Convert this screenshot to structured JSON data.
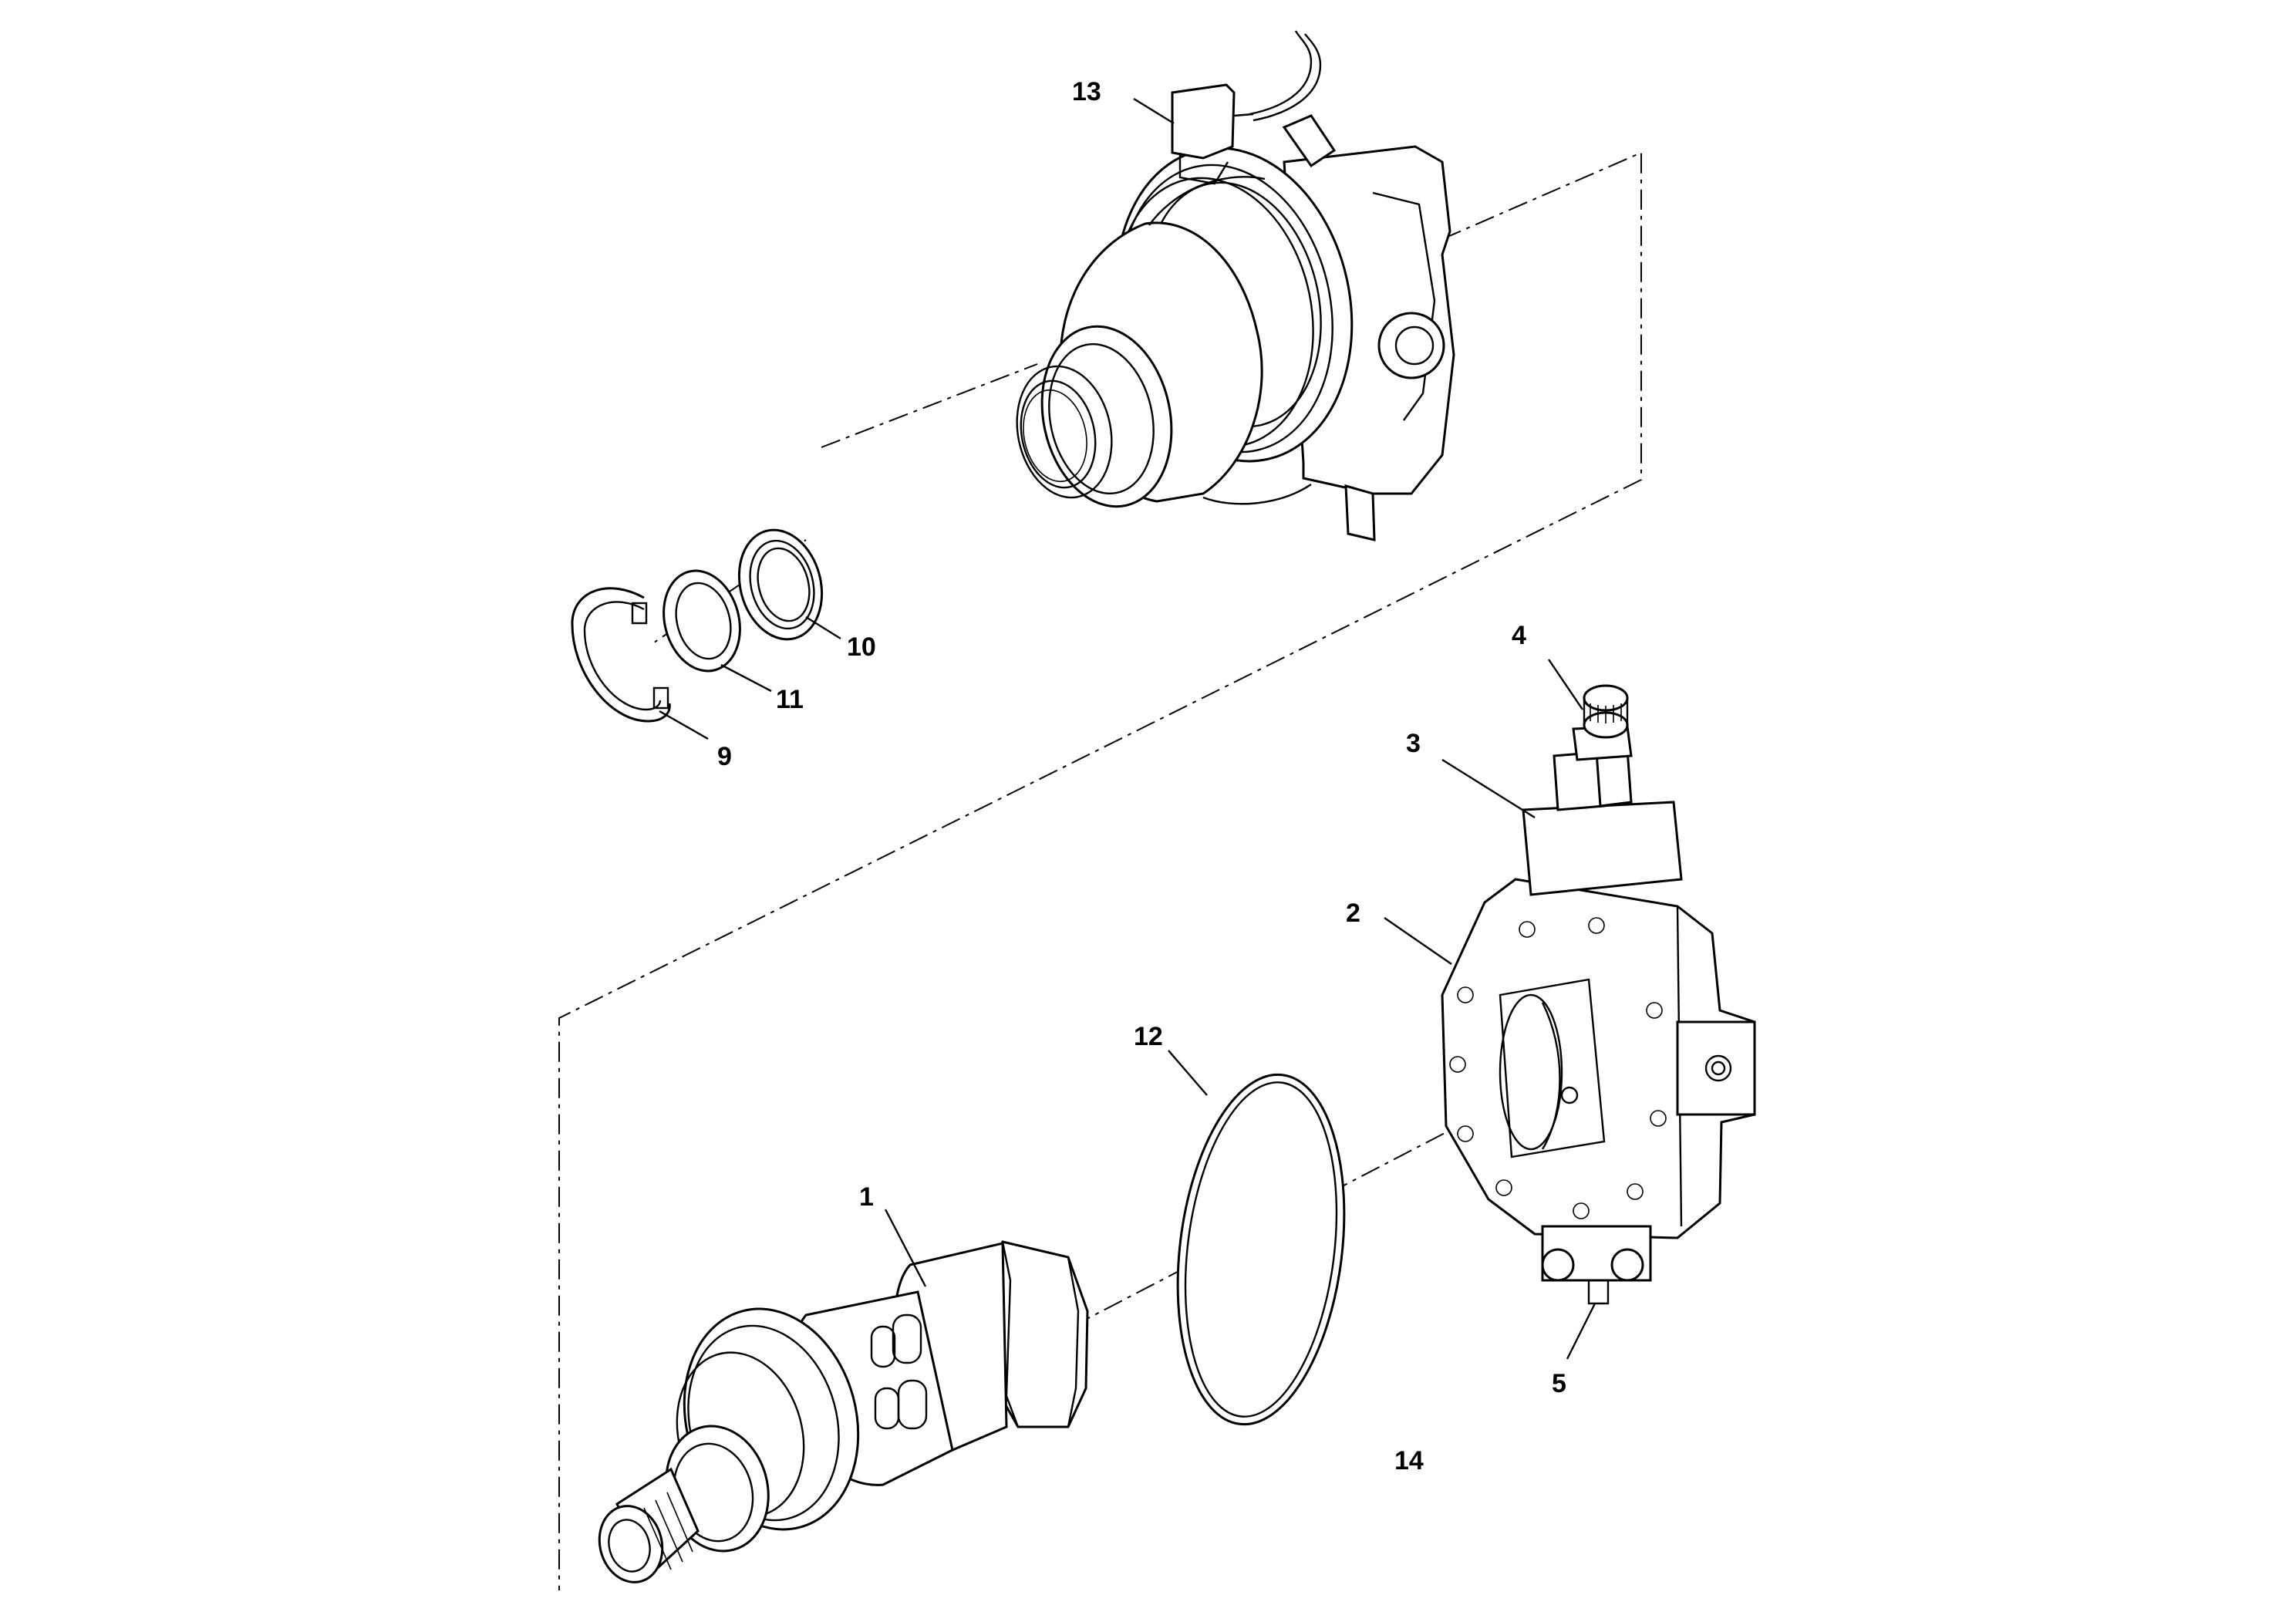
{
  "diagram": {
    "type": "exploded-parts-view",
    "callouts": {
      "c1": "1",
      "c2": "2",
      "c3": "3",
      "c4": "4",
      "c5": "5",
      "c9": "9",
      "c10": "10",
      "c11": "11",
      "c12": "12",
      "c13": "13",
      "c14": "14"
    }
  }
}
